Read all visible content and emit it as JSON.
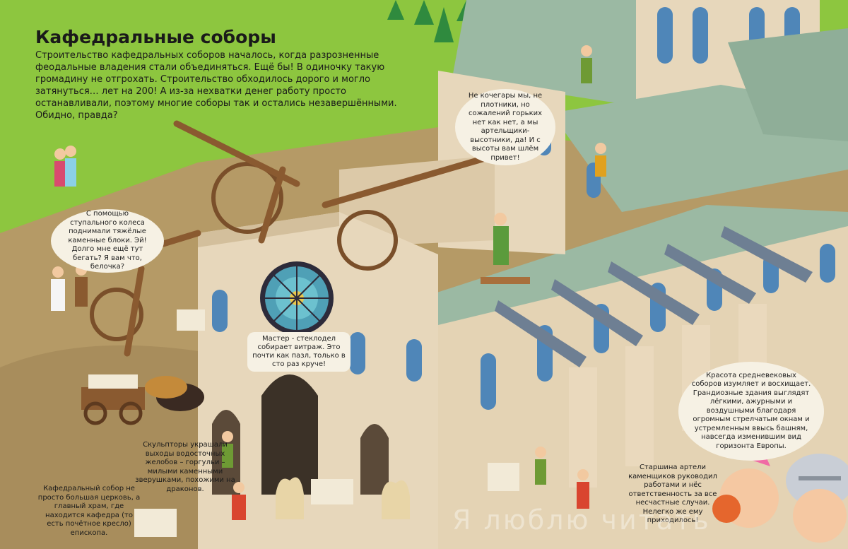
{
  "title": "Кафедральные соборы",
  "intro": "Строительство кафедральных соборов началось, когда разрозненные феодальные владения стали объединяться. Ещё бы! В одиночку такую громадину не отгрохать. Строительство обходилось дорого и могло затянуться… лет на 200! А из-за нехватки денег работу просто останавливали, поэтому многие соборы так и остались незавершёнными. Обидно, правда?",
  "bubbles": {
    "wheel": "С помощью ступального колеса поднимали тяжёлые каменные блоки. Эй! Долго мне ещё тут бегать? Я вам что, белочка?",
    "roofers": "Не кочегары мы, не плотники, но сожалений горьких нет как нет, а мы артельщики-высотники, да! И с высоты вам шлём привет!",
    "glass": "Мастер - стеклодел собирает витраж. Это почти как пазл, только в сто раз круче!",
    "beauty": "Красота средневековых соборов изумляет и восхищает. Грандиозные здания выглядят лёгкими, ажурными и воздушными благодаря огромным стрелчатым окнам и устремленным ввысь башням, навсегда изменившим вид горизонта Европы."
  },
  "captions": {
    "cathedral": "Кафедральный собор не просто большая церковь, а главный храм, где находится кафедра (то есть почётное кресло) епископа.",
    "sculptors": "Скульпторы украшали выходы водосточных желобов – горгульи – милыми каменными зверушками, похожими на драконов.",
    "foreman": "Старшина артели каменщиков руководил работами и нёс ответственность за все несчастные случаи. Нелегко же ему приходилось!"
  },
  "watermark": "Я люблю читать",
  "colors": {
    "grass": "#8dc63f",
    "ground": "#b59a66",
    "stone": "#e7d7bb",
    "roof": "#9bb9a3",
    "window": "#4f86b8",
    "bubble": "#f6f1e4"
  },
  "icons": [
    "pine-tree-icon",
    "rose-window-icon",
    "treadwheel-icon",
    "ox-cart-icon",
    "gargoyle-icon",
    "knight-helmet-icon"
  ]
}
